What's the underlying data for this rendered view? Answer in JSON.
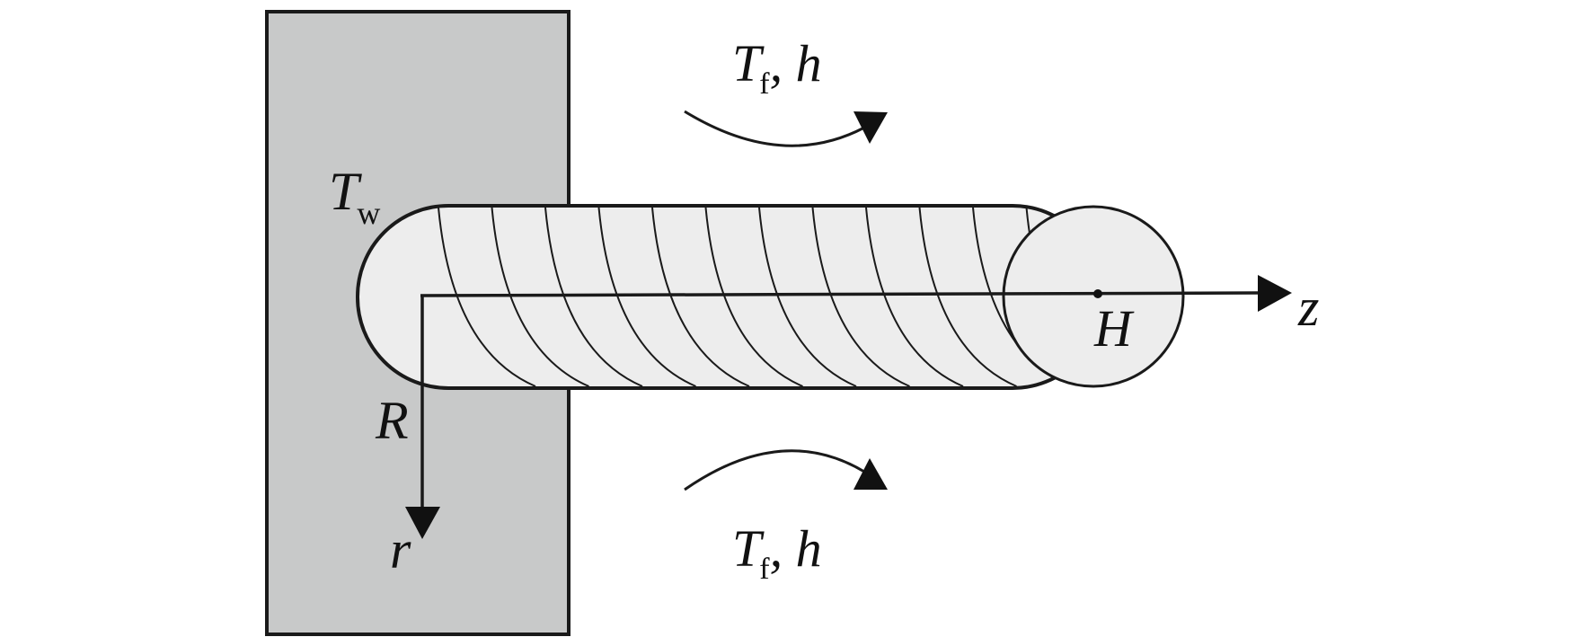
{
  "labels": {
    "wall_temp": "T",
    "wall_temp_sub": "w",
    "radius": "R",
    "radial_axis": "r",
    "axial_axis": "z",
    "length": "H",
    "fluid_top_T": "T",
    "fluid_top_sub": "f",
    "fluid_top_h": ", h",
    "fluid_bottom_T": "T",
    "fluid_bottom_sub": "f",
    "fluid_bottom_h": ", h"
  },
  "colors": {
    "wall_fill": "#c8c9c9",
    "rod_fill": "#ededed",
    "stroke": "#1a1a1a"
  },
  "coil_turns": 12
}
